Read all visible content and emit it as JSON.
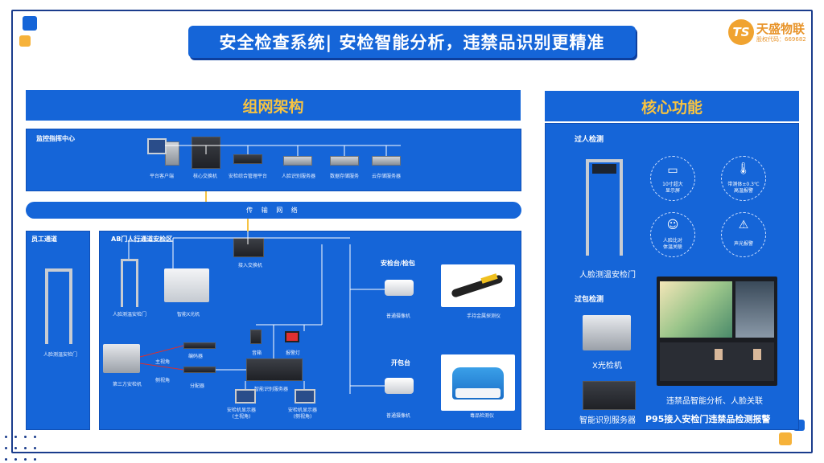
{
  "title": "安全检查系统| 安检智能分析，违禁品识别更精准",
  "logo": {
    "mark": "TS",
    "name": "天盛物联",
    "code": "股权代码：669682"
  },
  "network_section": {
    "header": "组网架构",
    "monitor_center": {
      "label": "监控指挥中心",
      "devices": [
        "平台客户端",
        "核心交换机",
        "安检综合管理平台",
        "人脸识别服务器",
        "数据存储服务",
        "云存储服务器"
      ]
    },
    "transport_bar": "传 输 网 络",
    "staff_gate": {
      "label": "员工通道",
      "device": "人脸测温安检门"
    },
    "ab_area": {
      "label": "AB门人行通道安检区",
      "access_switch": "接入交换机",
      "face_gate": "人脸测温安检门",
      "xray": "智能X光机",
      "third_party_xray": "第三方安检机",
      "main_port": "主视角",
      "side_port": "侧视角",
      "encoder": "编码器",
      "splitter": "分配器",
      "voice": "音箱",
      "alarm_light": "报警灯",
      "smart_server": "智能识别服务器",
      "monitor_main": "安检机显示器\n(主视角)",
      "monitor_side": "安检机显示器\n(侧视角)",
      "handheld_label": "安检台/检包",
      "handheld_cam": "普通摄像机",
      "handheld_device": "手持金属探测仪",
      "open_label": "开包台",
      "open_cam": "普通摄像机",
      "open_device": "毒品检测仪"
    }
  },
  "core_section": {
    "header": "核心功能",
    "person_title": "过人检测",
    "features": [
      {
        "icon": "screen-icon",
        "text": "10寸超大\n显示屏"
      },
      {
        "icon": "thermometer-icon",
        "text": "带测体±0.3℃\n高温报警"
      },
      {
        "icon": "face-icon",
        "text": "人脸比对\n体温关联"
      },
      {
        "icon": "alarm-icon",
        "text": "声光报警"
      }
    ],
    "gate_label": "人脸测温安检门",
    "bag_title": "过包检测",
    "xray_label": "X光检机",
    "server_label": "智能识别服务器",
    "screen_caption": "违禁品智能分析、人脸关联",
    "bottom_label": "P95接入安检门违禁品检测报警"
  },
  "colors": {
    "primary": "#1565d8",
    "accent": "#f6c342",
    "orange": "#f0a330",
    "navy": "#1a3c8c"
  }
}
